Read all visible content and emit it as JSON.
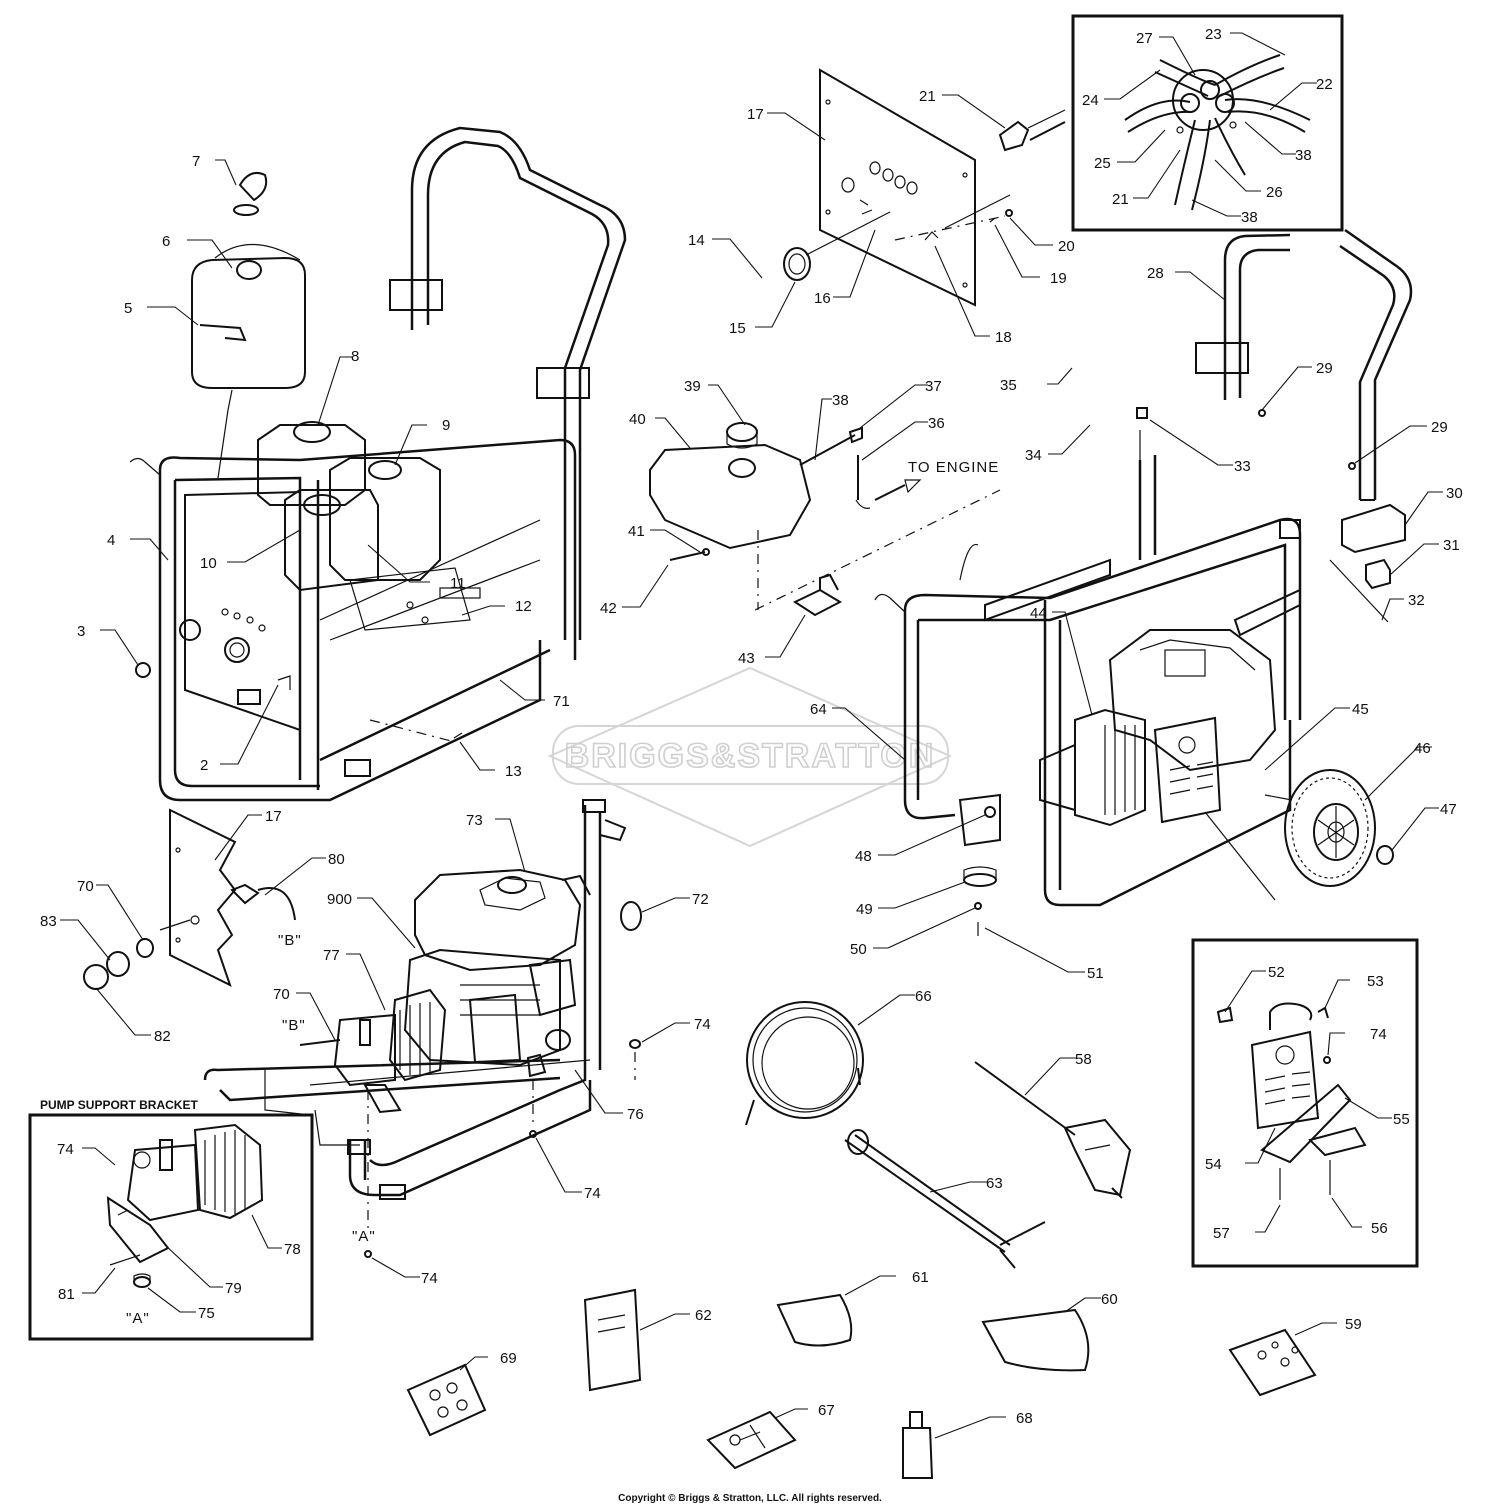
{
  "watermark": {
    "brand": "BRIGGS&STRATTON"
  },
  "annotations": {
    "to_engine": "TO ENGINE",
    "pump_support_bracket": "PUMP SUPPORT BRACKET",
    "ref_a": "\"A\"",
    "ref_b": "\"B\""
  },
  "copyright": "Copyright © Briggs & Stratton, LLC. All rights reserved.",
  "callouts": [
    {
      "id": "c7",
      "text": "7"
    },
    {
      "id": "c6",
      "text": "6"
    },
    {
      "id": "c5",
      "text": "5"
    },
    {
      "id": "c8",
      "text": "8"
    },
    {
      "id": "c9",
      "text": "9"
    },
    {
      "id": "c4",
      "text": "4"
    },
    {
      "id": "c10",
      "text": "10"
    },
    {
      "id": "c11",
      "text": "11"
    },
    {
      "id": "c12",
      "text": "12"
    },
    {
      "id": "c3",
      "text": "3"
    },
    {
      "id": "c71",
      "text": "71"
    },
    {
      "id": "c2",
      "text": "2"
    },
    {
      "id": "c13",
      "text": "13"
    },
    {
      "id": "c17a",
      "text": "17"
    },
    {
      "id": "c21a",
      "text": "21"
    },
    {
      "id": "c14",
      "text": "14"
    },
    {
      "id": "c15",
      "text": "15"
    },
    {
      "id": "c16",
      "text": "16"
    },
    {
      "id": "c18",
      "text": "18"
    },
    {
      "id": "c19",
      "text": "19"
    },
    {
      "id": "c20",
      "text": "20"
    },
    {
      "id": "c27",
      "text": "27"
    },
    {
      "id": "c23",
      "text": "23"
    },
    {
      "id": "c22",
      "text": "22"
    },
    {
      "id": "c24",
      "text": "24"
    },
    {
      "id": "c25",
      "text": "25"
    },
    {
      "id": "c38a",
      "text": "38"
    },
    {
      "id": "c21b",
      "text": "21"
    },
    {
      "id": "c26",
      "text": "26"
    },
    {
      "id": "c38b",
      "text": "38"
    },
    {
      "id": "c28",
      "text": "28"
    },
    {
      "id": "c29a",
      "text": "29"
    },
    {
      "id": "c29b",
      "text": "29"
    },
    {
      "id": "c30",
      "text": "30"
    },
    {
      "id": "c31",
      "text": "31"
    },
    {
      "id": "c32",
      "text": "32"
    },
    {
      "id": "c39",
      "text": "39"
    },
    {
      "id": "c40",
      "text": "40"
    },
    {
      "id": "c38c",
      "text": "38"
    },
    {
      "id": "c37",
      "text": "37"
    },
    {
      "id": "c36",
      "text": "36"
    },
    {
      "id": "c35",
      "text": "35"
    },
    {
      "id": "c34",
      "text": "34"
    },
    {
      "id": "c33",
      "text": "33"
    },
    {
      "id": "c41",
      "text": "41"
    },
    {
      "id": "c42",
      "text": "42"
    },
    {
      "id": "c43",
      "text": "43"
    },
    {
      "id": "c44",
      "text": "44"
    },
    {
      "id": "c45",
      "text": "45"
    },
    {
      "id": "c46",
      "text": "46"
    },
    {
      "id": "c47",
      "text": "47"
    },
    {
      "id": "c64",
      "text": "64"
    },
    {
      "id": "c48",
      "text": "48"
    },
    {
      "id": "c49",
      "text": "49"
    },
    {
      "id": "c50",
      "text": "50"
    },
    {
      "id": "c51",
      "text": "51"
    },
    {
      "id": "c17b",
      "text": "17"
    },
    {
      "id": "c80",
      "text": "80"
    },
    {
      "id": "c70a",
      "text": "70"
    },
    {
      "id": "c83",
      "text": "83"
    },
    {
      "id": "c82",
      "text": "82"
    },
    {
      "id": "c73",
      "text": "73"
    },
    {
      "id": "c900",
      "text": "900"
    },
    {
      "id": "c72",
      "text": "72"
    },
    {
      "id": "c77",
      "text": "77"
    },
    {
      "id": "c70b",
      "text": "70"
    },
    {
      "id": "c74a",
      "text": "74"
    },
    {
      "id": "c76",
      "text": "76"
    },
    {
      "id": "c74b",
      "text": "74"
    },
    {
      "id": "c74c",
      "text": "74"
    },
    {
      "id": "c74d",
      "text": "74"
    },
    {
      "id": "c78",
      "text": "78"
    },
    {
      "id": "c79",
      "text": "79"
    },
    {
      "id": "c81",
      "text": "81"
    },
    {
      "id": "c75",
      "text": "75"
    },
    {
      "id": "c66",
      "text": "66"
    },
    {
      "id": "c58",
      "text": "58"
    },
    {
      "id": "c63",
      "text": "63"
    },
    {
      "id": "c52",
      "text": "52"
    },
    {
      "id": "c53",
      "text": "53"
    },
    {
      "id": "c74e",
      "text": "74"
    },
    {
      "id": "c55",
      "text": "55"
    },
    {
      "id": "c54",
      "text": "54"
    },
    {
      "id": "c57",
      "text": "57"
    },
    {
      "id": "c56",
      "text": "56"
    },
    {
      "id": "c61",
      "text": "61"
    },
    {
      "id": "c62",
      "text": "62"
    },
    {
      "id": "c60",
      "text": "60"
    },
    {
      "id": "c59",
      "text": "59"
    },
    {
      "id": "c69",
      "text": "69"
    },
    {
      "id": "c67",
      "text": "67"
    },
    {
      "id": "c68",
      "text": "68"
    }
  ]
}
